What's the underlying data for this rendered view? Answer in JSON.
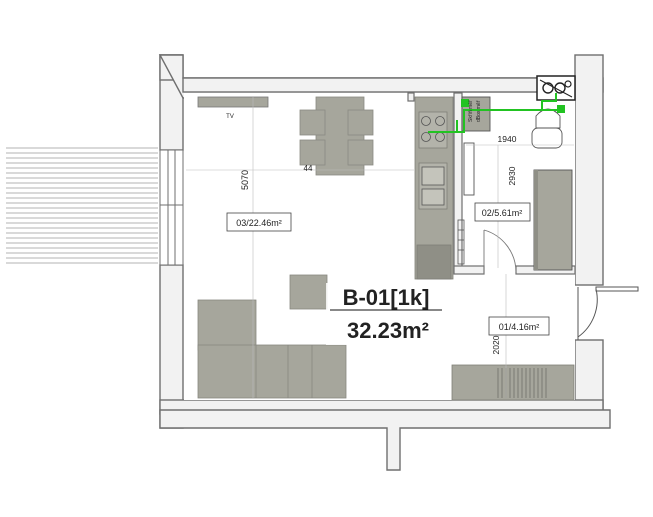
{
  "plan": {
    "unit_code": "B-01[1k]",
    "total_area": "32.23m²",
    "rooms": [
      {
        "label": "03/22.46m²"
      },
      {
        "label": "02/5.61m²"
      },
      {
        "label": "01/4.16m²"
      }
    ],
    "dimensions": [
      "5070",
      "44",
      "1940",
      "2930",
      "2020"
    ],
    "annotations": {
      "tv": "TV",
      "meter_label_1": "Skříň měř",
      "meter_label_2": "dBox měř"
    },
    "colors": {
      "wall": "#8a8a8a",
      "wall_hatch": "#e6e6e6",
      "furniture": "#a6a69c",
      "furniture_dark": "#8f8f86",
      "utility_line": "#22c322"
    }
  }
}
